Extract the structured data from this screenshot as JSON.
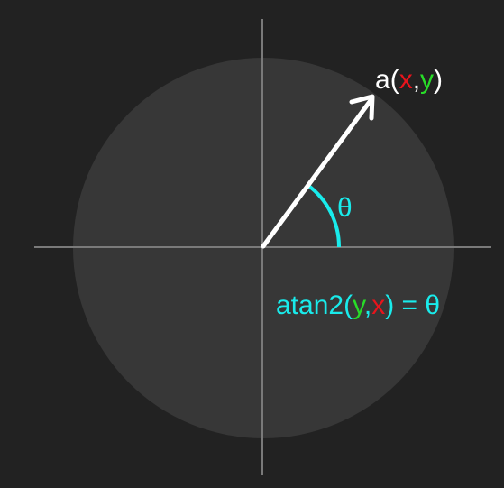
{
  "colors": {
    "background": "#222222",
    "circle_fill": "#373737",
    "axis_stroke": "#7a7a7a",
    "vector_stroke": "#ffffff",
    "angle_color": "#19ebeb",
    "x_color": "#e8141c",
    "y_color": "#28dc28",
    "text_white": "#ffffff"
  },
  "point_label": {
    "name": "a",
    "open_paren": "(",
    "x": "x",
    "comma": ",",
    "y": "y",
    "close_paren": ")"
  },
  "angle_label": "θ",
  "formula": {
    "func": "atan2",
    "open_paren": "(",
    "y": "y",
    "comma": ",",
    "x": "x",
    "close_paren": ")",
    "equals": " = ",
    "result": "θ"
  }
}
